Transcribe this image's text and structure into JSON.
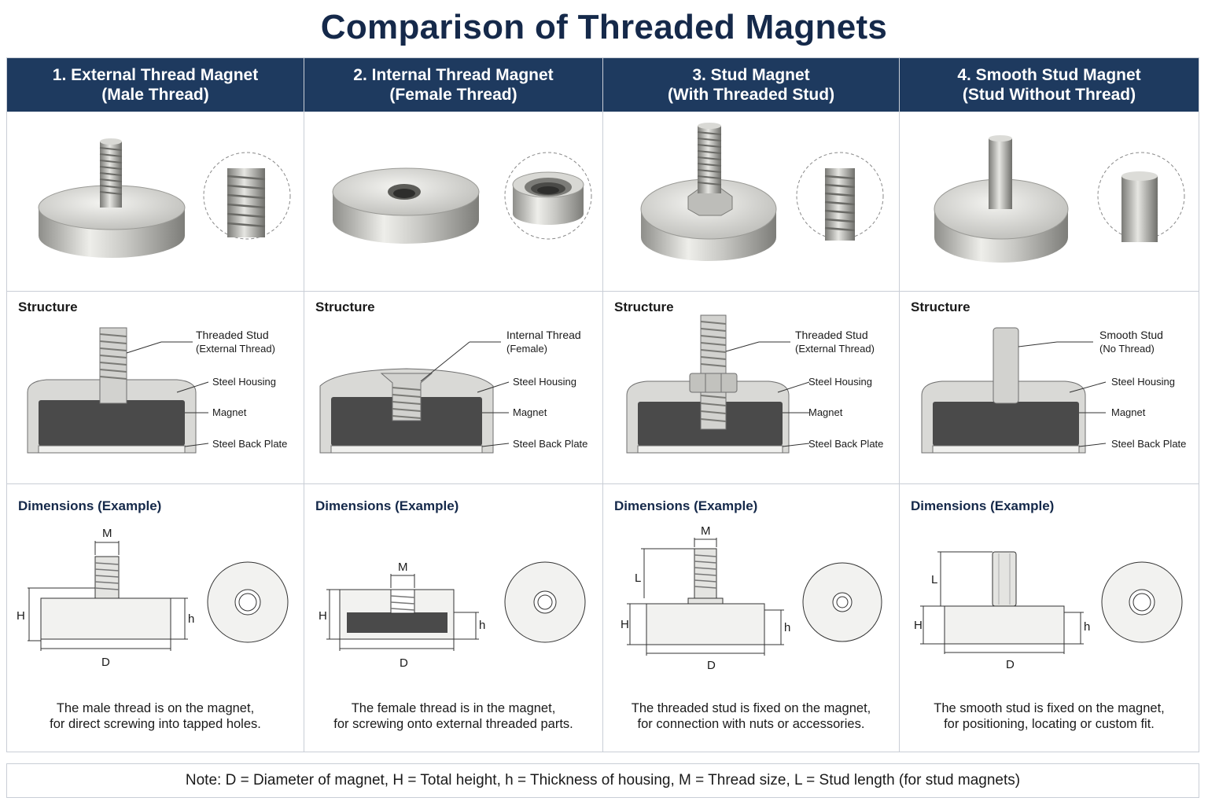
{
  "title": "Comparison of Threaded Magnets",
  "columns": [
    {
      "heading_line1": "1. External Thread Magnet",
      "heading_line2": "(Male Thread)",
      "structure_title": "Structure",
      "structure_labels": {
        "top_line1": "Threaded Stud",
        "top_line2": "(External Thread)",
        "housing": "Steel Housing",
        "magnet": "Magnet",
        "back_plate": "Steel Back Plate"
      },
      "dims_title": "Dimensions (Example)",
      "dim_labels": {
        "thread": "M",
        "height": "H",
        "housing": "h",
        "diameter": "D"
      },
      "desc_line1": "The male thread is on the magnet,",
      "desc_line2": "for direct screwing into tapped holes."
    },
    {
      "heading_line1": "2. Internal Thread Magnet",
      "heading_line2": "(Female Thread)",
      "structure_title": "Structure",
      "structure_labels": {
        "top_line1": "Internal Thread",
        "top_line2": "(Female)",
        "housing": "Steel Housing",
        "magnet": "Magnet",
        "back_plate": "Steel Back Plate"
      },
      "dims_title": "Dimensions (Example)",
      "dim_labels": {
        "thread": "M",
        "height": "H",
        "housing": "h",
        "diameter": "D"
      },
      "desc_line1": "The female thread is in the magnet,",
      "desc_line2": "for screwing onto external threaded parts."
    },
    {
      "heading_line1": "3. Stud Magnet",
      "heading_line2": "(With Threaded Stud)",
      "structure_title": "Structure",
      "structure_labels": {
        "top_line1": "Threaded Stud",
        "top_line2": "(External Thread)",
        "housing": "Steel Housing",
        "magnet": "Magnet",
        "back_plate": "Steel Back Plate"
      },
      "dims_title": "Dimensions (Example)",
      "dim_labels": {
        "thread": "M",
        "length": "L",
        "height": "H",
        "housing": "h",
        "diameter": "D"
      },
      "desc_line1": "The threaded stud is fixed on the magnet,",
      "desc_line2": "for connection with nuts or accessories."
    },
    {
      "heading_line1": "4. Smooth Stud Magnet",
      "heading_line2": "(Stud Without Thread)",
      "structure_title": "Structure",
      "structure_labels": {
        "top_line1": "Smooth Stud",
        "top_line2": "(No Thread)",
        "housing": "Steel Housing",
        "magnet": "Magnet",
        "back_plate": "Steel Back Plate"
      },
      "dims_title": "Dimensions (Example)",
      "dim_labels": {
        "length": "L",
        "height": "H",
        "housing": "h",
        "diameter": "D"
      },
      "desc_line1": "The smooth stud is fixed on the magnet,",
      "desc_line2": "for positioning, locating or custom fit."
    }
  ],
  "note": "Note:  D = Diameter of magnet, H = Total height, h = Thickness of housing, M = Thread size, L = Stud length (for stud magnets)",
  "colors": {
    "header_bg": "#1e3a5f",
    "title": "#15294a",
    "magnet": "#4a4a4a",
    "steel": "#d9d9d6"
  }
}
